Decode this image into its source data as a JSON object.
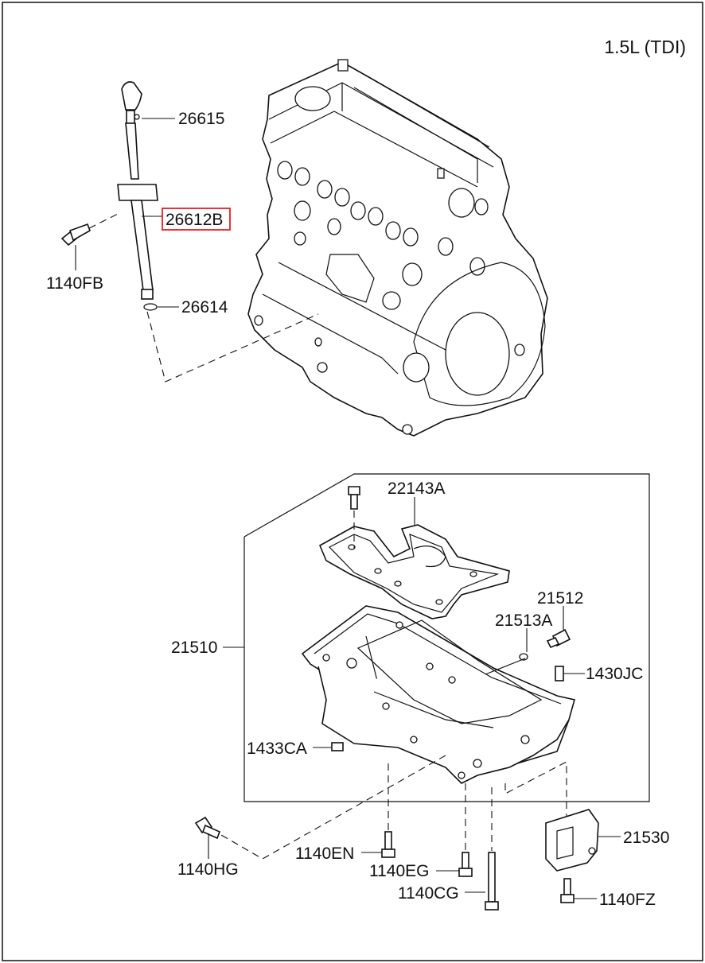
{
  "title": "1.5L (TDI)",
  "highlight_color": "#e02020",
  "parts": {
    "p26615": "26615",
    "p26612B": "26612B",
    "p1140FB": "1140FB",
    "p26614": "26614",
    "p22143A": "22143A",
    "p21512": "21512",
    "p21513A": "21513A",
    "p21510": "21510",
    "p1430JC": "1430JC",
    "p1433CA": "1433CA",
    "p21530": "21530",
    "p1140HG": "1140HG",
    "p1140EN": "1140EN",
    "p1140EG": "1140EG",
    "p1140CG": "1140CG",
    "p1140FZ": "1140FZ"
  }
}
